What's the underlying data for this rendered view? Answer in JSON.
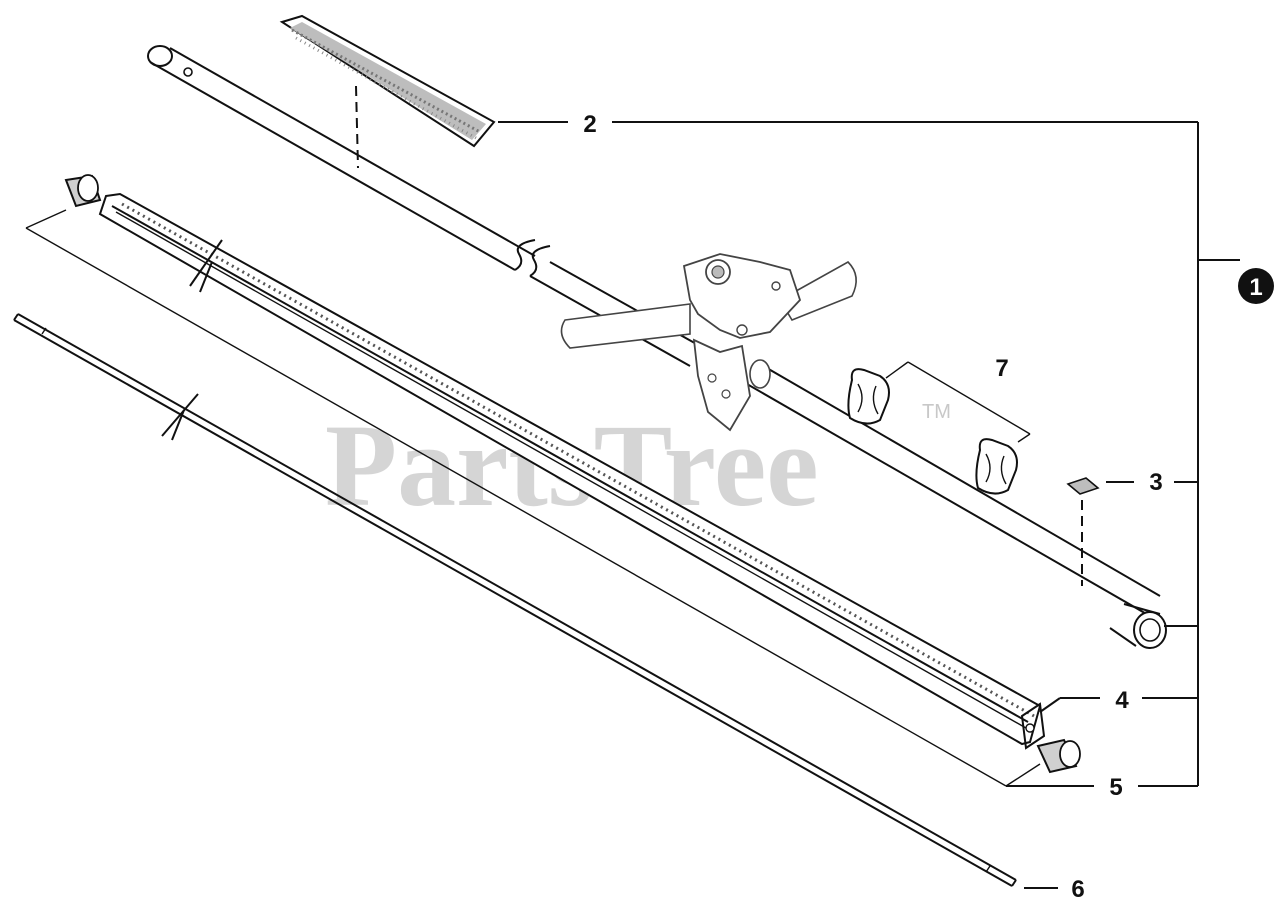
{
  "watermark": {
    "text": "PartsTree",
    "tm": "TM"
  },
  "callouts": {
    "main": "1",
    "p2": "2",
    "p3": "3",
    "p4": "4",
    "p5": "5",
    "p6": "6",
    "p7": "7"
  }
}
